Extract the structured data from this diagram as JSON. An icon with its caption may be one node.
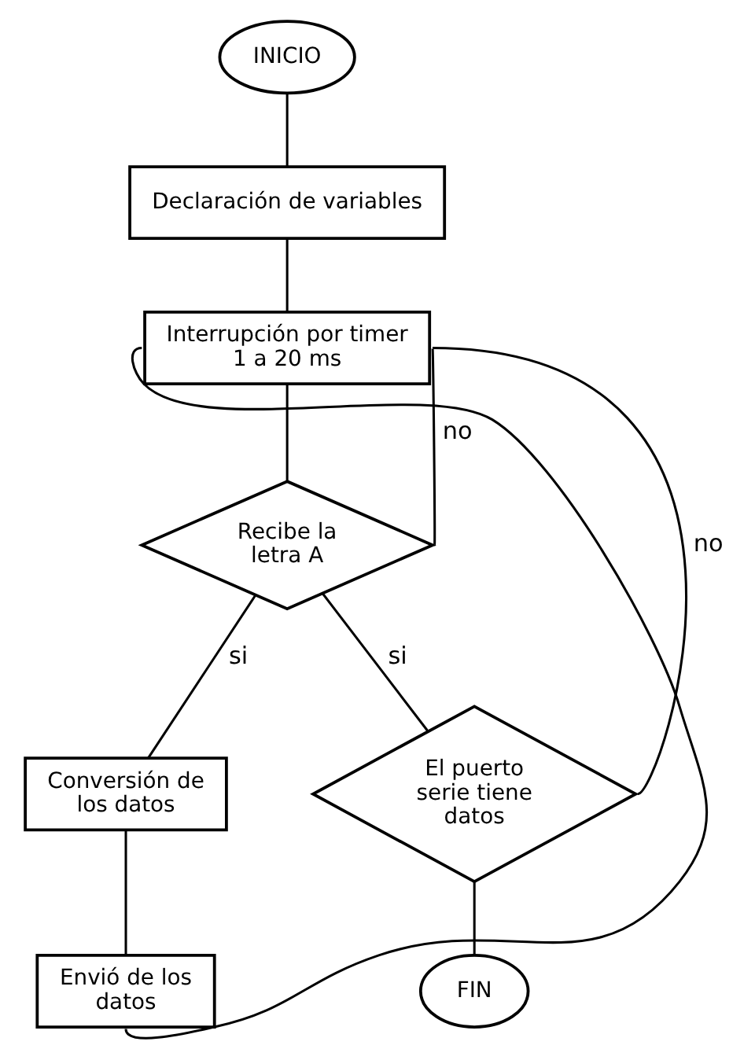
{
  "diagram": {
    "nodes": [
      {
        "text": [
          "INICIO"
        ]
      },
      {
        "text": [
          "Declaración de variables"
        ]
      },
      {
        "text": [
          "Interrupción por timer 1 a 20 ms"
        ]
      },
      {
        "text": [
          "Recibe la letra A"
        ]
      },
      {
        "text": [
          "Conversión de los datos"
        ]
      },
      {
        "text": [
          "Envió de los datos"
        ]
      },
      {
        "text": [
          "El puerto serie tiene datos"
        ]
      },
      {
        "text": [
          "FIN"
        ]
      }
    ],
    "edges": [
      {
        "from": 0,
        "to": 1,
        "arrow": "none"
      },
      {
        "from": 1,
        "to": 2,
        "arrow": "none"
      },
      {
        "from": 2,
        "to": 3,
        "arrow": "none"
      },
      {
        "from": 3,
        "to": 4,
        "arrow": "none",
        "label": "si"
      },
      {
        "from": 4,
        "to": 5,
        "arrow": "none"
      },
      {
        "from": 5,
        "to": 2,
        "arrow": "none"
      },
      {
        "from": 3,
        "to": 2,
        "arrow": "none",
        "label": "no"
      },
      {
        "from": 3,
        "to": 6,
        "arrow": "none",
        "label": "si"
      },
      {
        "from": 6,
        "to": 2,
        "arrow": "none",
        "label": "no"
      },
      {
        "from": 6,
        "to": 7,
        "arrow": "none"
      }
    ]
  }
}
